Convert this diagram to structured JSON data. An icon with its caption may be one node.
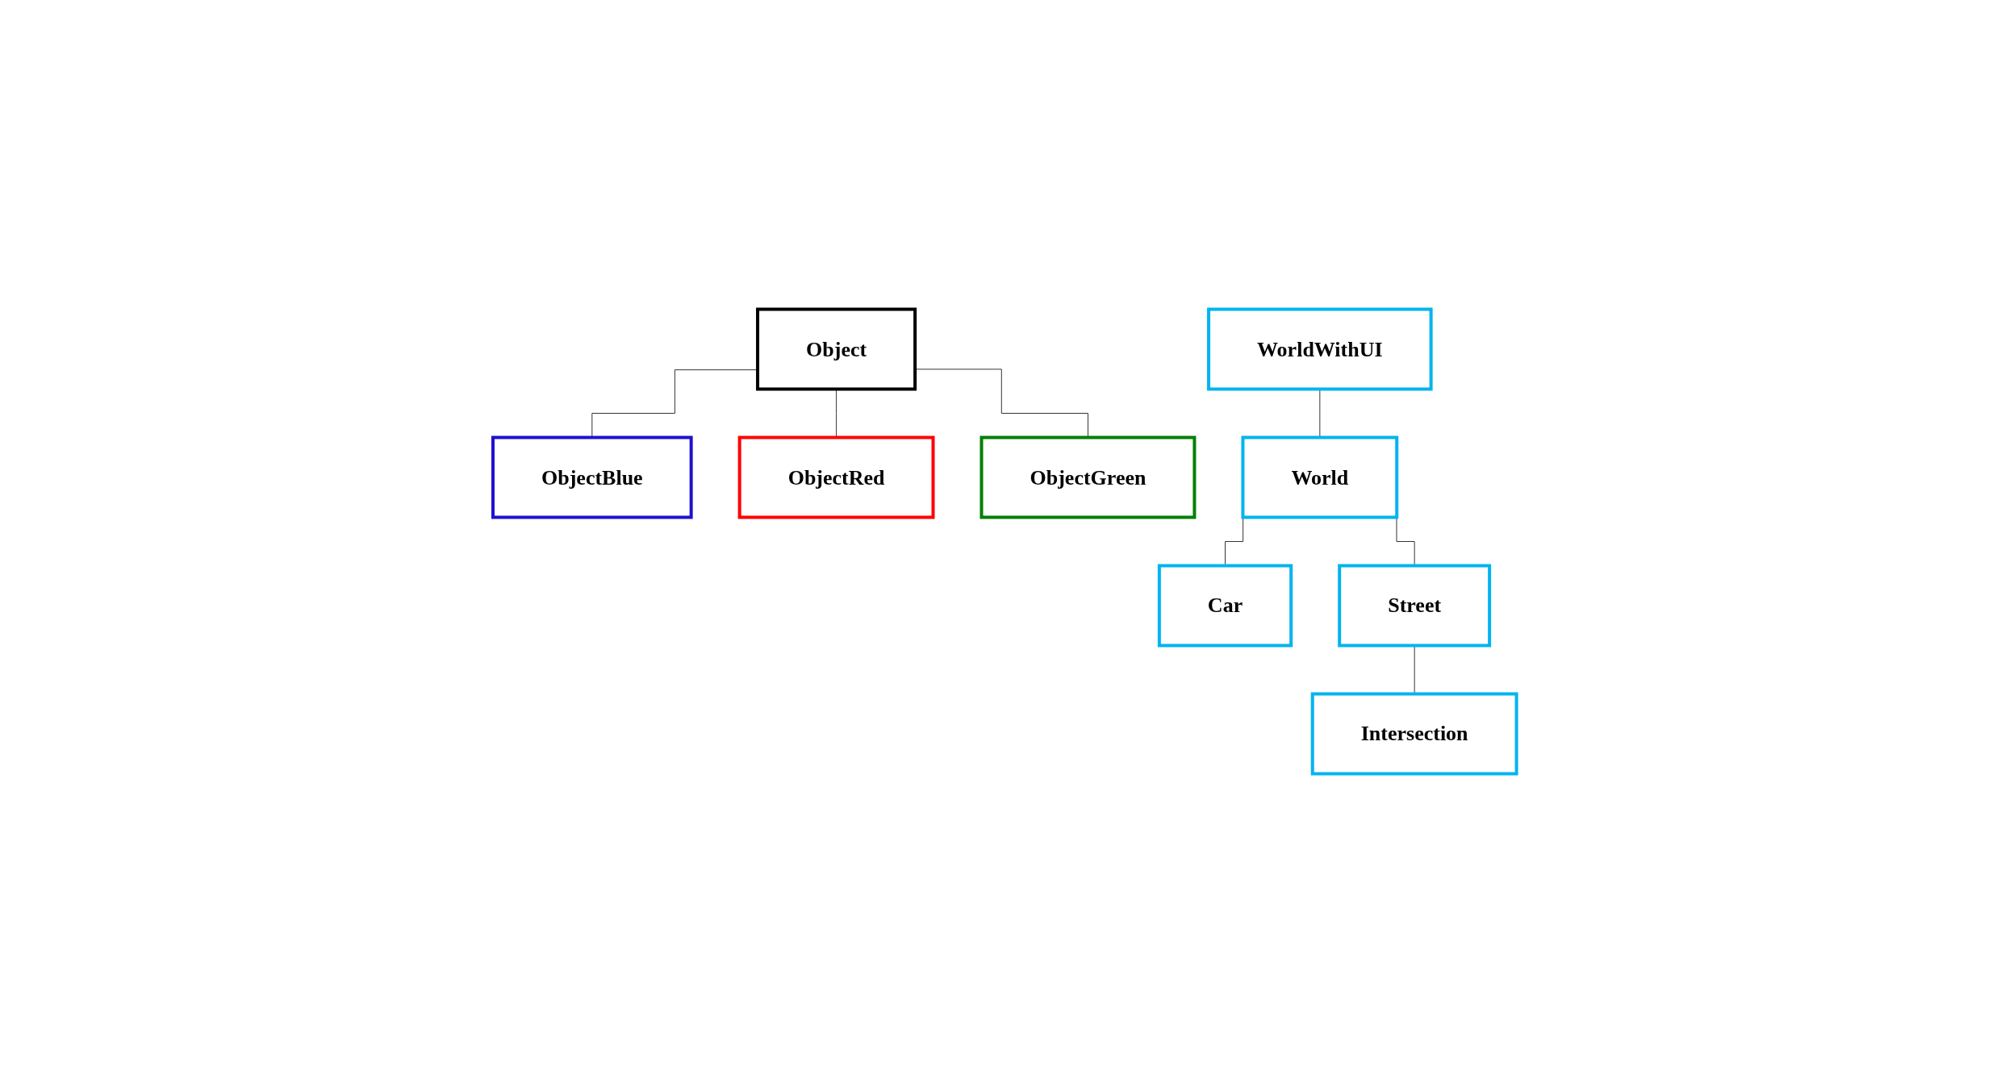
{
  "diagram": {
    "nodes": [
      {
        "text": [
          "Object"
        ]
      },
      {
        "text": [
          "ObjectBlue"
        ]
      },
      {
        "text": [
          "ObjectRed"
        ]
      },
      {
        "text": [
          "ObjectGreen"
        ]
      },
      {
        "text": [
          "WorldWithUI"
        ]
      },
      {
        "text": [
          "World"
        ]
      },
      {
        "text": [
          "Car"
        ]
      },
      {
        "text": [
          "Street"
        ]
      },
      {
        "text": [
          "Intersection"
        ]
      }
    ],
    "edges": [
      {
        "from": 0,
        "to": 1,
        "arrow": "none"
      },
      {
        "from": 0,
        "to": 3,
        "arrow": "none"
      },
      {
        "from": 0,
        "to": 2,
        "arrow": "none"
      },
      {
        "from": 4,
        "to": 5,
        "arrow": "none"
      },
      {
        "from": 5,
        "to": 6,
        "arrow": "none"
      },
      {
        "from": 5,
        "to": 7,
        "arrow": "none"
      },
      {
        "from": 7,
        "to": 8,
        "arrow": "none"
      }
    ]
  }
}
